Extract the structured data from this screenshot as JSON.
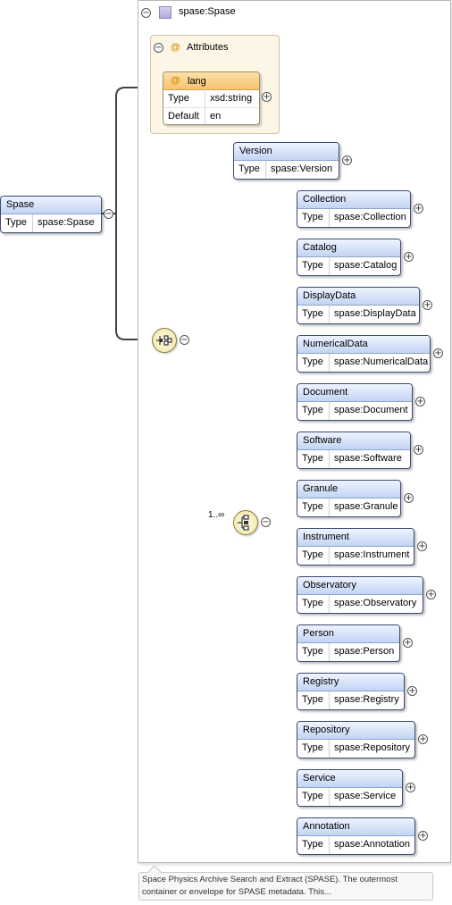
{
  "root": {
    "name": "Spase",
    "type_key": "Type",
    "type_value": "spase:Spase"
  },
  "frame": {
    "title": "spase:Spase"
  },
  "attributes": {
    "title": "Attributes",
    "lang": {
      "name": "lang",
      "type_key": "Type",
      "type_value": "xsd:string",
      "default_key": "Default",
      "default_value": "en"
    }
  },
  "version": {
    "name": "Version",
    "type_key": "Type",
    "type_value": "spase:Version"
  },
  "choice_cardinality": "1..∞",
  "elements": [
    {
      "name": "Collection",
      "type_key": "Type",
      "type_value": "spase:Collection"
    },
    {
      "name": "Catalog",
      "type_key": "Type",
      "type_value": "spase:Catalog"
    },
    {
      "name": "DisplayData",
      "type_key": "Type",
      "type_value": "spase:DisplayData"
    },
    {
      "name": "NumericalData",
      "type_key": "Type",
      "type_value": "spase:NumericalData"
    },
    {
      "name": "Document",
      "type_key": "Type",
      "type_value": "spase:Document"
    },
    {
      "name": "Software",
      "type_key": "Type",
      "type_value": "spase:Software"
    },
    {
      "name": "Granule",
      "type_key": "Type",
      "type_value": "spase:Granule"
    },
    {
      "name": "Instrument",
      "type_key": "Type",
      "type_value": "spase:Instrument"
    },
    {
      "name": "Observatory",
      "type_key": "Type",
      "type_value": "spase:Observatory"
    },
    {
      "name": "Person",
      "type_key": "Type",
      "type_value": "spase:Person"
    },
    {
      "name": "Registry",
      "type_key": "Type",
      "type_value": "spase:Registry"
    },
    {
      "name": "Repository",
      "type_key": "Type",
      "type_value": "spase:Repository"
    },
    {
      "name": "Service",
      "type_key": "Type",
      "type_value": "spase:Service"
    },
    {
      "name": "Annotation",
      "type_key": "Type",
      "type_value": "spase:Annotation"
    }
  ],
  "documentation": "Space Physics Archive Search and Extract (SPASE). The outermost container or envelope for SPASE metadata. This...",
  "colors": {
    "node_header": "#c3d4f3",
    "node_border": "#3b4a73",
    "attr_header": "#f6c26d",
    "attr_box": "#fdf6e6",
    "line": "#444444"
  },
  "icons": {
    "collapse": "minus-circle-icon",
    "expand": "plus-circle-icon",
    "sequence": "sequence-compositor-icon",
    "choice": "choice-compositor-icon",
    "attribute": "at-sign-icon",
    "complex_type": "complex-type-square-icon"
  }
}
